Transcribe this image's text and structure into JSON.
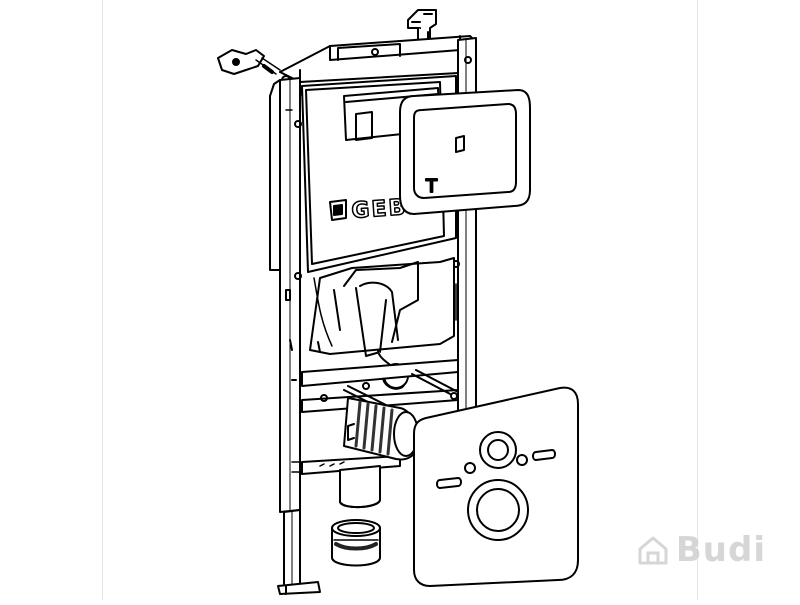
{
  "illustration": {
    "brand_text": "GEBERIT",
    "brand_text_visible": "GEBE",
    "cistern_badge": "T"
  },
  "watermark": {
    "text": "Budi",
    "icon": "house-logo-icon"
  }
}
